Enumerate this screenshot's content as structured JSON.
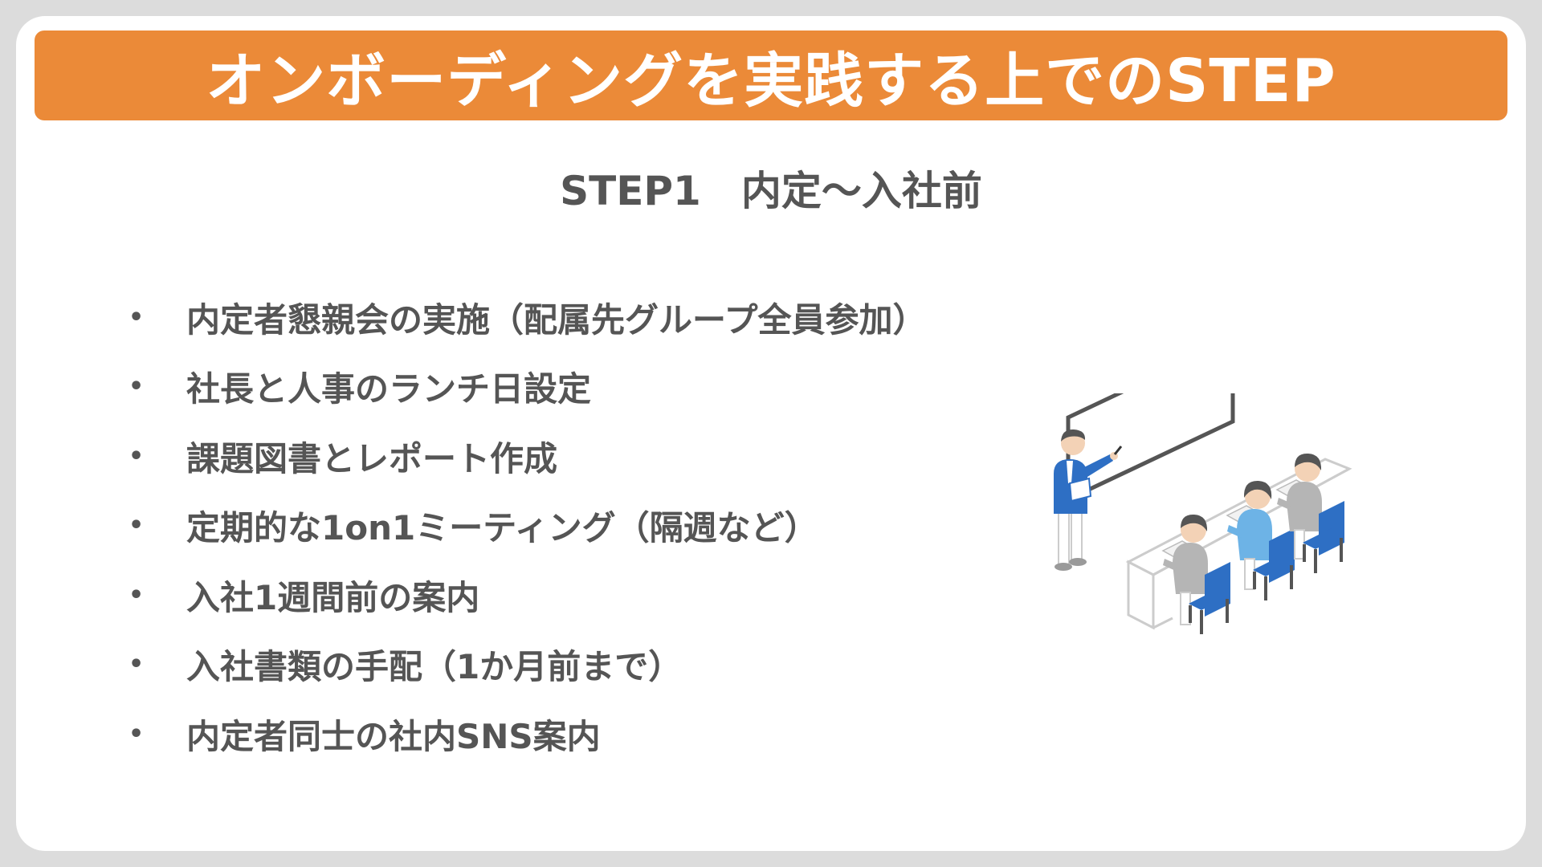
{
  "title": "オンボーディングを実践する上でのSTEP",
  "step_heading": "STEP1　内定〜入社前",
  "bullet_symbol": "•",
  "items": [
    "内定者懇親会の実施（配属先グループ全員参加）",
    "社長と人事のランチ日設定",
    "課題図書とレポート作成",
    "定期的な1on1ミーティング（隔週など）",
    "入社1週間前の案内",
    "入社書類の手配（1か月前まで）",
    "内定者同士の社内SNS案内"
  ],
  "colors": {
    "title_bar": "#eb8a38",
    "text": "#555555",
    "chair_blue": "#2e6fc4",
    "shirt_light_blue": "#6db3e6",
    "shirt_gray": "#b5b5b5",
    "hair": "#555555"
  },
  "illustration": {
    "icon": "seminar-classroom-illustration"
  }
}
